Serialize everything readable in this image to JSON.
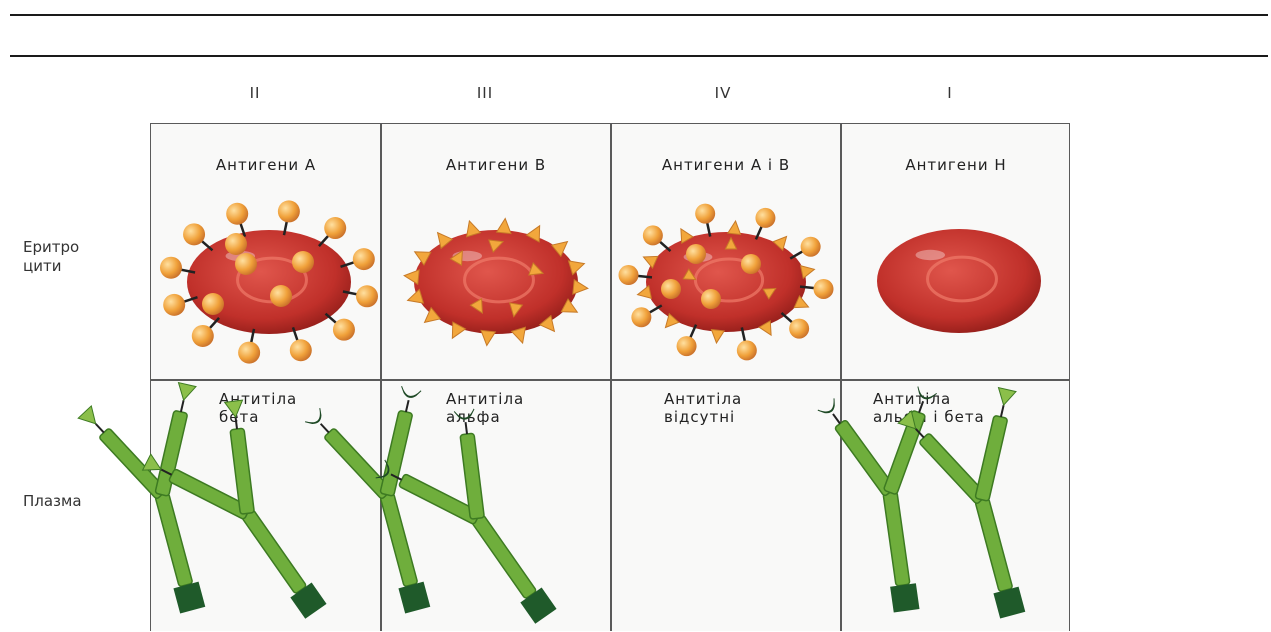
{
  "groups": [
    {
      "roman": "II",
      "antigens": "Антигени А",
      "antibodies": [
        "Антитіла",
        "бета"
      ]
    },
    {
      "roman": "III",
      "antigens": "Антигени В",
      "antibodies": [
        "Антитіла",
        "альфа"
      ]
    },
    {
      "roman": "IV",
      "antigens": "Антигени А і В",
      "antibodies": [
        "Антитіла",
        "відсутні"
      ]
    },
    {
      "roman": "I",
      "antigens": "Антигени Н",
      "antibodies": [
        "Антитіла",
        "альфа і бета"
      ]
    }
  ],
  "rows": {
    "erythrocytes": [
      "Еритро",
      "цити"
    ],
    "plasma": "Плазма"
  },
  "colors": {
    "cell": "#c0302a",
    "antigen_a": "#f0a13a",
    "antigen_b": "#f2a73c",
    "antibody": "#6fae3c",
    "antibody_base": "#1f5a2a",
    "alpha_tip": "#2f6b3a",
    "beta_tip": "#8bbf4a"
  }
}
